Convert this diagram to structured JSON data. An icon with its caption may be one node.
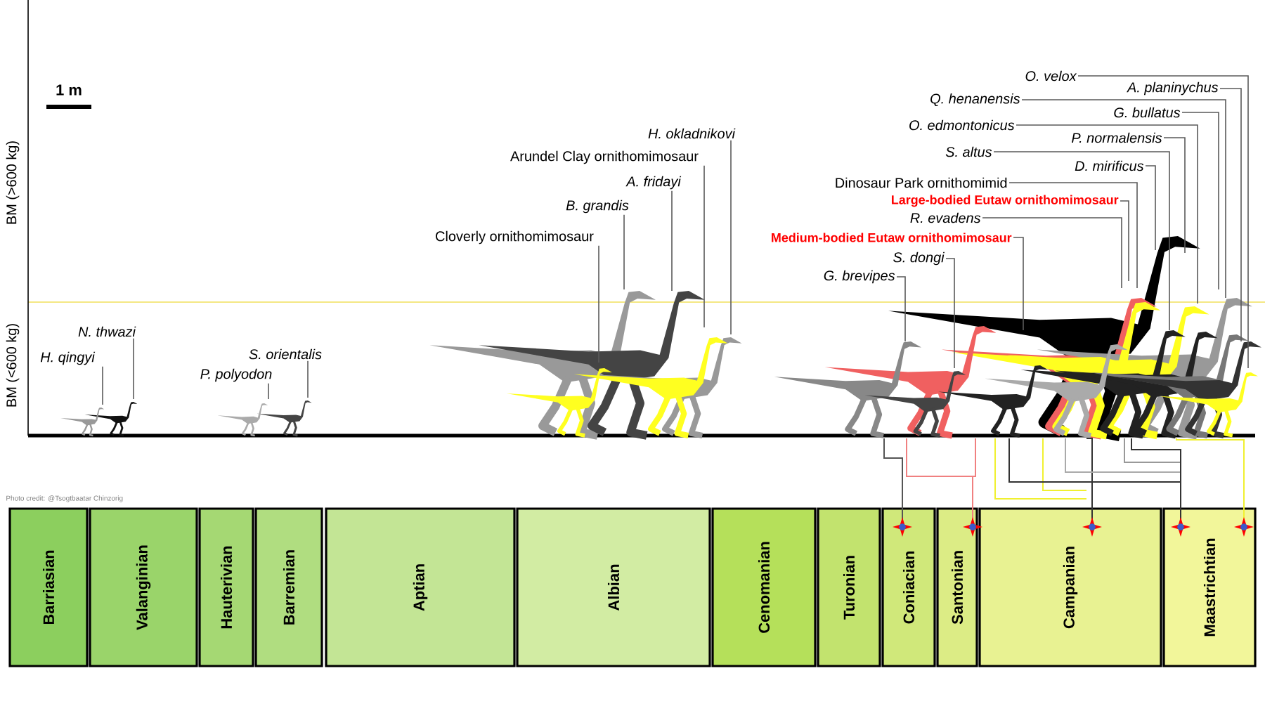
{
  "diagram": {
    "nodes": [
      {
        "text": [
          "H. qingyi"
        ]
      },
      {
        "text": [
          "N. thwazi"
        ]
      },
      {
        "text": [
          "P. polyodon"
        ]
      },
      {
        "text": [
          "S. orientalis"
        ]
      },
      {
        "text": [
          "Cloverly ornithomimosaur"
        ]
      },
      {
        "text": [
          "B. grandis"
        ]
      },
      {
        "text": [
          "A. fridayi"
        ]
      },
      {
        "text": [
          "Arundel Clay ornithomimosaur"
        ]
      },
      {
        "text": [
          "H. okladnikovi"
        ]
      },
      {
        "text": [
          "O. velox"
        ]
      },
      {
        "text": [
          "A. planinychus"
        ]
      },
      {
        "text": [
          "Q. henanensis"
        ]
      },
      {
        "text": [
          "G. bullatus"
        ]
      },
      {
        "text": [
          "O. edmontonicus"
        ]
      },
      {
        "text": [
          "P. normalensis"
        ]
      },
      {
        "text": [
          "S. altus"
        ]
      },
      {
        "text": [
          "D. mirificus"
        ]
      },
      {
        "text": [
          "Dinosaur Park ornithomimid"
        ]
      },
      {
        "text": [
          "Large-bodied Eutaw ornithomimosaur"
        ]
      },
      {
        "text": [
          "R. evadens"
        ]
      },
      {
        "text": [
          "Medium-bodied Eutaw ornithomimosaur"
        ]
      },
      {
        "text": [
          "S. dongi"
        ]
      },
      {
        "text": [
          "G. brevipes"
        ]
      },
      {
        "text": [
          "Barriasian"
        ]
      },
      {
        "text": [
          "Valanginian"
        ]
      },
      {
        "text": [
          "Hauterivian"
        ]
      },
      {
        "text": [
          "Barremian"
        ]
      },
      {
        "text": [
          "Aptian"
        ]
      },
      {
        "text": [
          "Albian"
        ]
      },
      {
        "text": [
          "Cenomanian"
        ]
      },
      {
        "text": [
          "Turonian"
        ]
      },
      {
        "text": [
          "Coniacian"
        ]
      },
      {
        "text": [
          "Santonian"
        ]
      },
      {
        "text": [
          "Campanian"
        ]
      },
      {
        "text": [
          "Maastrichtian"
        ]
      }
    ],
    "edges": [
      {
        "from": 0,
        "to": null,
        "arrow": "none"
      },
      {
        "from": 1,
        "to": null,
        "arrow": "none"
      },
      {
        "from": 2,
        "to": null,
        "arrow": "none"
      },
      {
        "from": 3,
        "to": null,
        "arrow": "none"
      },
      {
        "from": 4,
        "to": null,
        "arrow": "none"
      },
      {
        "from": 5,
        "to": null,
        "arrow": "none"
      },
      {
        "from": 6,
        "to": null,
        "arrow": "none"
      },
      {
        "from": 7,
        "to": null,
        "arrow": "none"
      },
      {
        "from": 8,
        "to": null,
        "arrow": "none"
      },
      {
        "from": 9,
        "to": null,
        "arrow": "none"
      },
      {
        "from": 10,
        "to": null,
        "arrow": "none"
      },
      {
        "from": 11,
        "to": null,
        "arrow": "none"
      },
      {
        "from": 12,
        "to": null,
        "arrow": "none"
      },
      {
        "from": 13,
        "to": null,
        "arrow": "none"
      },
      {
        "from": 14,
        "to": null,
        "arrow": "none"
      },
      {
        "from": 15,
        "to": null,
        "arrow": "none"
      },
      {
        "from": 16,
        "to": null,
        "arrow": "none"
      },
      {
        "from": 17,
        "to": null,
        "arrow": "none"
      },
      {
        "from": 18,
        "to": null,
        "arrow": "none"
      },
      {
        "from": 19,
        "to": null,
        "arrow": "none"
      },
      {
        "from": 20,
        "to": null,
        "arrow": "none"
      },
      {
        "from": 21,
        "to": null,
        "arrow": "none"
      },
      {
        "from": 22,
        "to": null,
        "arrow": "none"
      }
    ],
    "labels": [
      "1 m",
      "BM (>600 kg)",
      "BM (<600 kg)",
      "Photo credit: @Tsogtbaatar Chinzorig"
    ]
  }
}
